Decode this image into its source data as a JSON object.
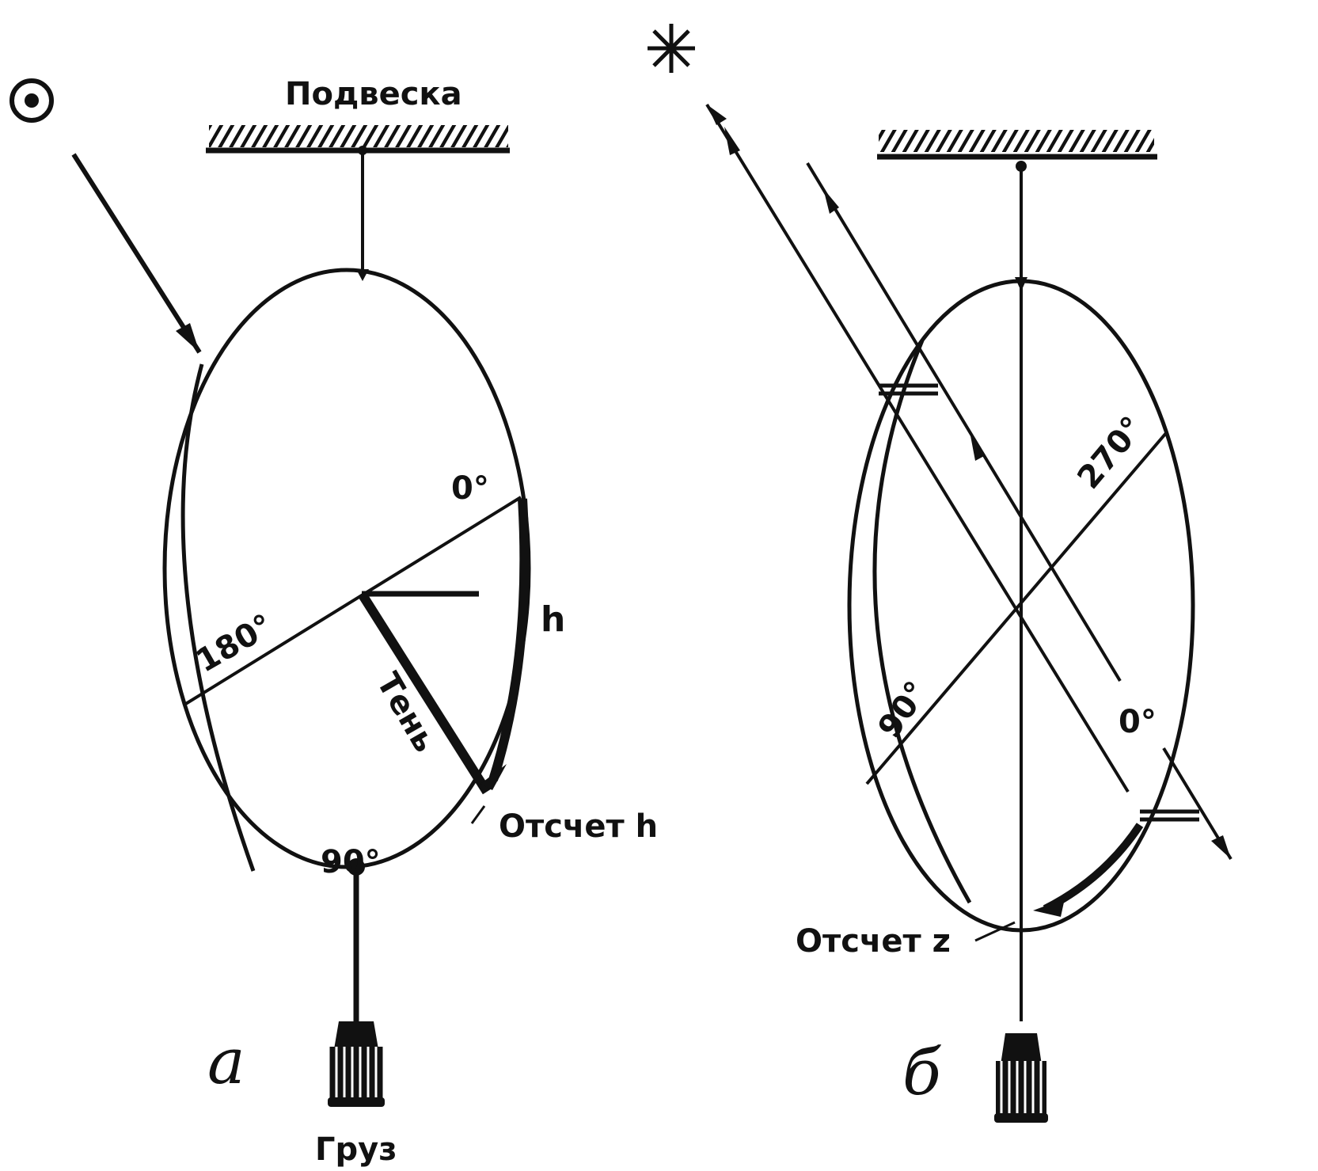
{
  "colors": {
    "ink": "#111111",
    "paper": "#ffffff"
  },
  "panel_a": {
    "letter": "а",
    "sun_icon": "sun-icon",
    "labels": {
      "suspension": "Подвеска",
      "zero": "0°",
      "one_eighty": "180°",
      "ninety": "90°",
      "h": "h",
      "shadow": "Тень",
      "reading": "Отсчет h",
      "weight": "Груз"
    }
  },
  "panel_b": {
    "letter": "б",
    "star_icon": "star-icon",
    "labels": {
      "two_seventy": "270°",
      "ninety": "90°",
      "zero": "0°",
      "reading": "Отсчет z"
    }
  }
}
